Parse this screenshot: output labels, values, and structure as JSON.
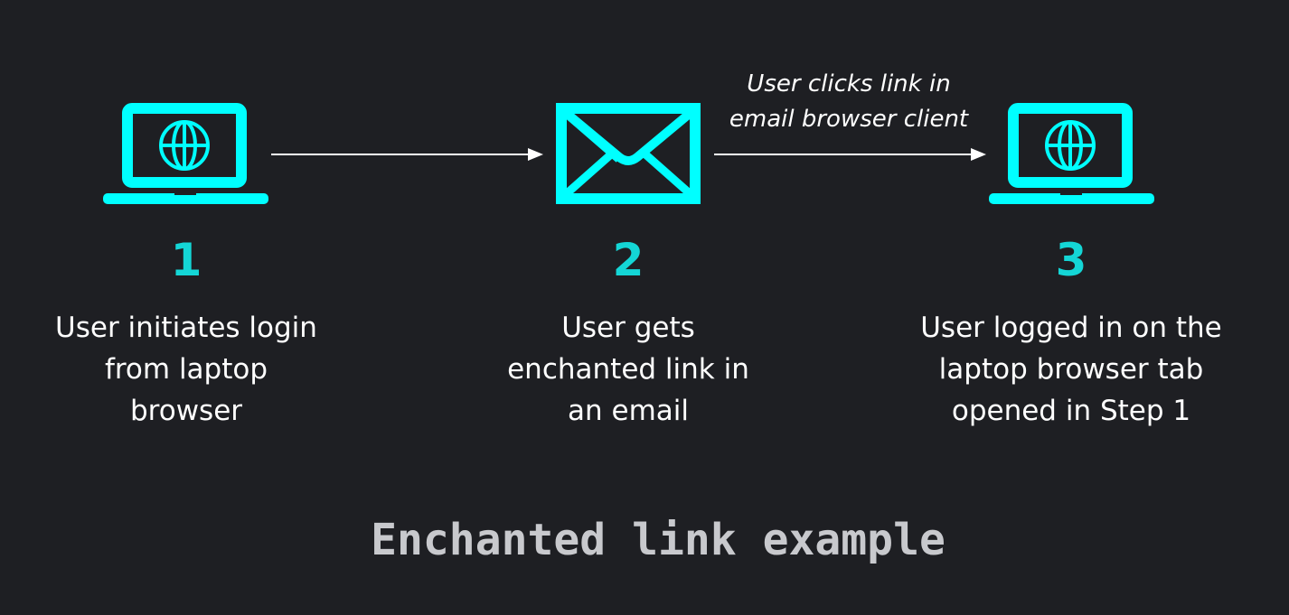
{
  "diagram": {
    "title": "Enchanted link example",
    "accent_color": "#00ffff",
    "number_color": "#14d6d6",
    "background_color": "#1e1f23",
    "steps": [
      {
        "number": "1",
        "icon": "laptop-globe-icon",
        "description": "User initiates login\nfrom laptop\nbrowser"
      },
      {
        "number": "2",
        "icon": "envelope-icon",
        "description": "User gets\nenchanted link in\nan email"
      },
      {
        "number": "3",
        "icon": "laptop-globe-icon",
        "description": "User logged in on the\nlaptop browser tab\nopened in Step 1"
      }
    ],
    "arrows": [
      {
        "from": "1",
        "to": "2",
        "label": ""
      },
      {
        "from": "2",
        "to": "3",
        "label": "User clicks link in\nemail browser client"
      }
    ]
  }
}
